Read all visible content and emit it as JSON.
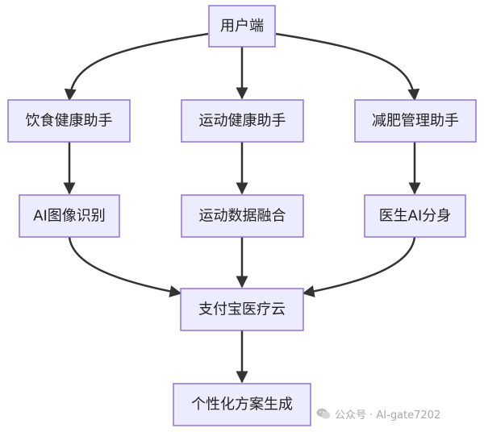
{
  "nodes": {
    "user": "用户端",
    "diet": "饮食健康助手",
    "sport": "运动健康助手",
    "slim": "减肥管理助手",
    "ai_image": "AI图像识别",
    "sport_data": "运动数据融合",
    "doctor_ai": "医生AI分身",
    "alipay": "支付宝医疗云",
    "plan": "个性化方案生成"
  },
  "edges": [
    [
      "user",
      "diet"
    ],
    [
      "user",
      "sport"
    ],
    [
      "user",
      "slim"
    ],
    [
      "diet",
      "ai_image"
    ],
    [
      "sport",
      "sport_data"
    ],
    [
      "slim",
      "doctor_ai"
    ],
    [
      "ai_image",
      "alipay"
    ],
    [
      "sport_data",
      "alipay"
    ],
    [
      "doctor_ai",
      "alipay"
    ],
    [
      "alipay",
      "plan"
    ]
  ],
  "colors": {
    "node_fill": "#ececff",
    "node_border": "#9370db",
    "edge": "#333333"
  },
  "watermark": {
    "icon": "wechat-icon",
    "text": "公众号 · AI-gate7202"
  }
}
